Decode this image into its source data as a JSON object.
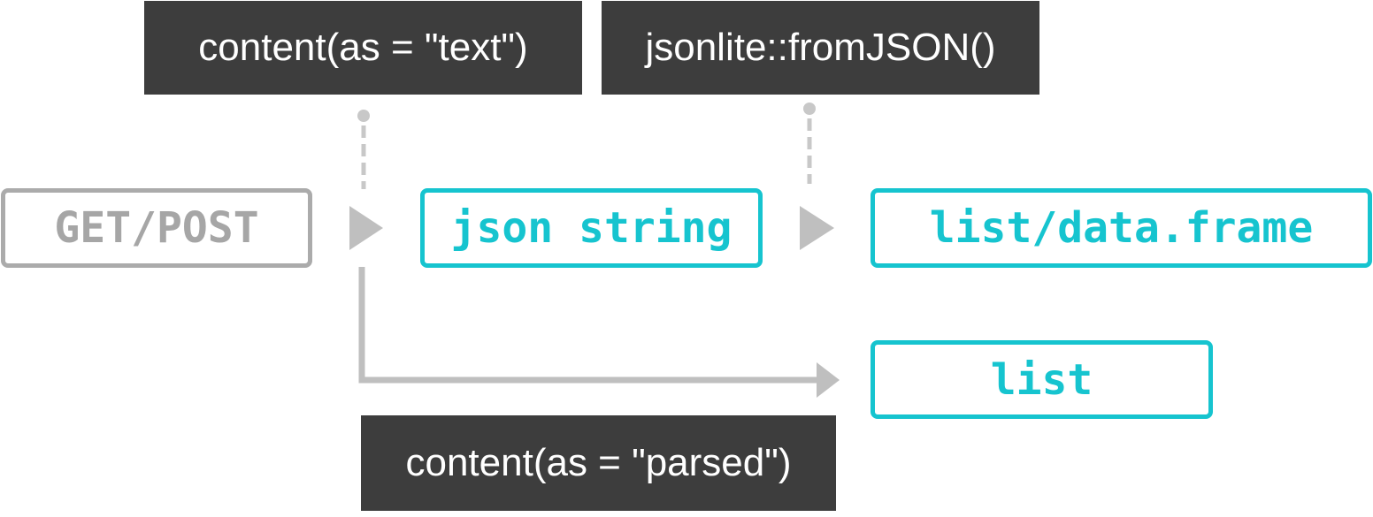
{
  "labels": {
    "content_text": "content(as = \"text\")",
    "from_json": "jsonlite::fromJSON()",
    "content_parsed": "content(as = \"parsed\")"
  },
  "nodes": {
    "get_post": "GET/POST",
    "json_string": "json string",
    "list_data_frame": "list/data.frame",
    "list": "list"
  },
  "colors": {
    "label_background": "#3d3d3d",
    "label_text": "#ffffff",
    "request_node": "#ababab",
    "result_node": "#16c4cf",
    "connector": "#bfbfbf"
  }
}
